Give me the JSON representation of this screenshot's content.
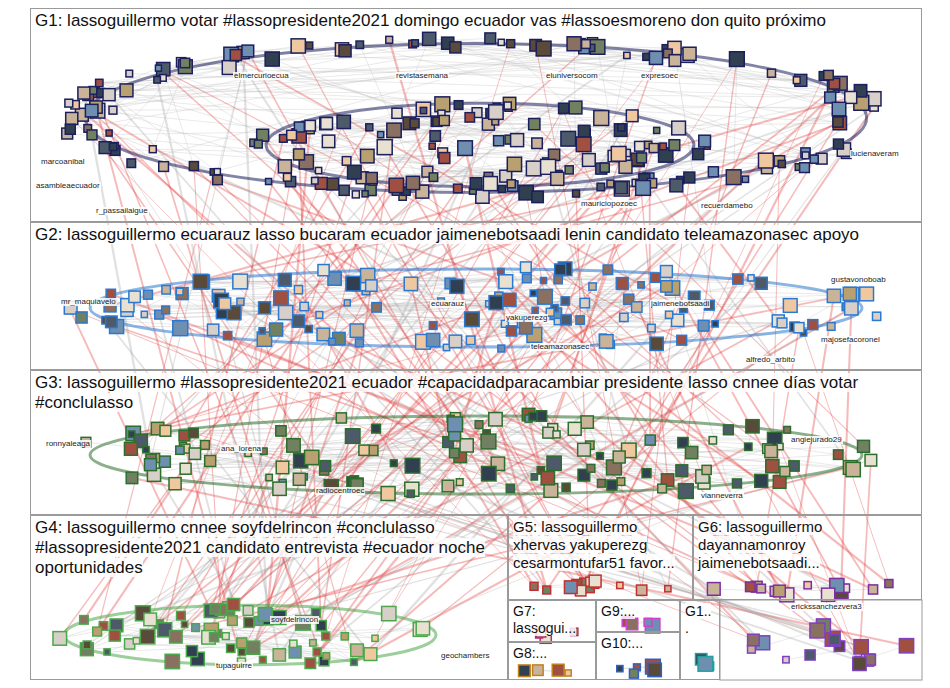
{
  "diagram": {
    "nodes": [
      {
        "text": [
          "G1: lassoguillermo votar #lassopresidente2021 domingo ecuador vas #lassoesmoreno don quito próximo"
        ]
      },
      {
        "text": [
          "G2: lassoguillermo ecuarauz lasso bucaram ecuador jaimenebotsaadi lenin candidato teleamazonasec apoyo"
        ]
      },
      {
        "text": [
          "G3: lassoguillermo #lassopresidente2021 ecuador #capacidadparacambiar presidente lasso cnnee días votar #conclulasso"
        ]
      },
      {
        "text": [
          "G4: lassoguillermo cnnee soyfdelrincon #conclulasso #lassopresidente2021 candidato entrevista #ecuador noche oportunidades"
        ]
      },
      {
        "text": [
          "G5: lassoguillermo xhervas yakuperezg cesarmontufar51 favor..."
        ]
      },
      {
        "text": [
          "G6: lassoguillermo dayannamonroy jaimenebotsaadi..."
        ]
      },
      {
        "text": [
          "G7: lassogui..."
        ]
      },
      {
        "text": [
          "G8:..."
        ]
      },
      {
        "text": [
          "G9:..."
        ]
      },
      {
        "text": [
          "G10:..."
        ]
      },
      {
        "text": [
          "G1..."
        ]
      }
    ],
    "labels": [
      "elmercurioecua",
      "revistasemana",
      "eluniversocom",
      "expresoec",
      "marcoanibal",
      "asambleaecuador",
      "r_passailaigue",
      "mauriciopozoec",
      "recuerdamebo",
      "lucienaveram",
      "mr_maquiavelo",
      "ecuarauz",
      "yakuperezg",
      "jaimenebotsaadi",
      "teleamazonasec",
      "gustavonoboab",
      "majosefacoronel",
      "alfredo_arbito",
      "ronnyaleaga",
      "ana_lorena",
      "radiocentroec",
      "vianneverra",
      "angiejurado29",
      "soyfdelrincon",
      "tupaguirre",
      "geochambers",
      "erickssanchezvera3"
    ]
  }
}
